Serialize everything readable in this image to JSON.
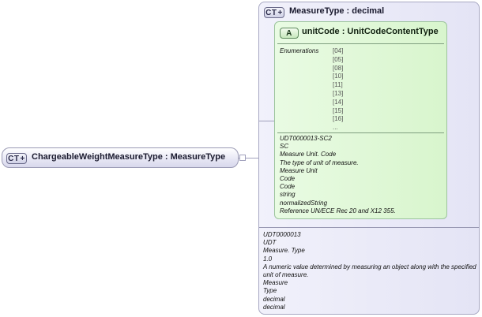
{
  "left_node": {
    "badge": "CT",
    "title": "ChargeableWeightMeasureType : MeasureType"
  },
  "measure": {
    "badge": "CT",
    "title": "MeasureType : decimal",
    "documentation": [
      "UDT0000013",
      "UDT",
      "Measure. Type",
      "1.0",
      "A numeric value determined by measuring an object along with the specified unit of measure.",
      "Measure",
      "Type",
      "decimal",
      "decimal"
    ]
  },
  "unit_code": {
    "badge": "A",
    "title": "unitCode : UnitCodeContentType",
    "enumerations_label": "Enumerations",
    "enumerations": [
      "[04]",
      "[05]",
      "[08]",
      "[10]",
      "[11]",
      "[13]",
      "[14]",
      "[15]",
      "[16]",
      "..."
    ],
    "documentation": [
      "UDT0000013-SC2",
      "SC",
      "Measure Unit. Code",
      "The type of unit of measure.",
      "Measure Unit",
      "Code",
      "Code",
      "string",
      "normalizedString",
      "Reference UN/ECE Rec 20 and X12 355."
    ]
  }
}
